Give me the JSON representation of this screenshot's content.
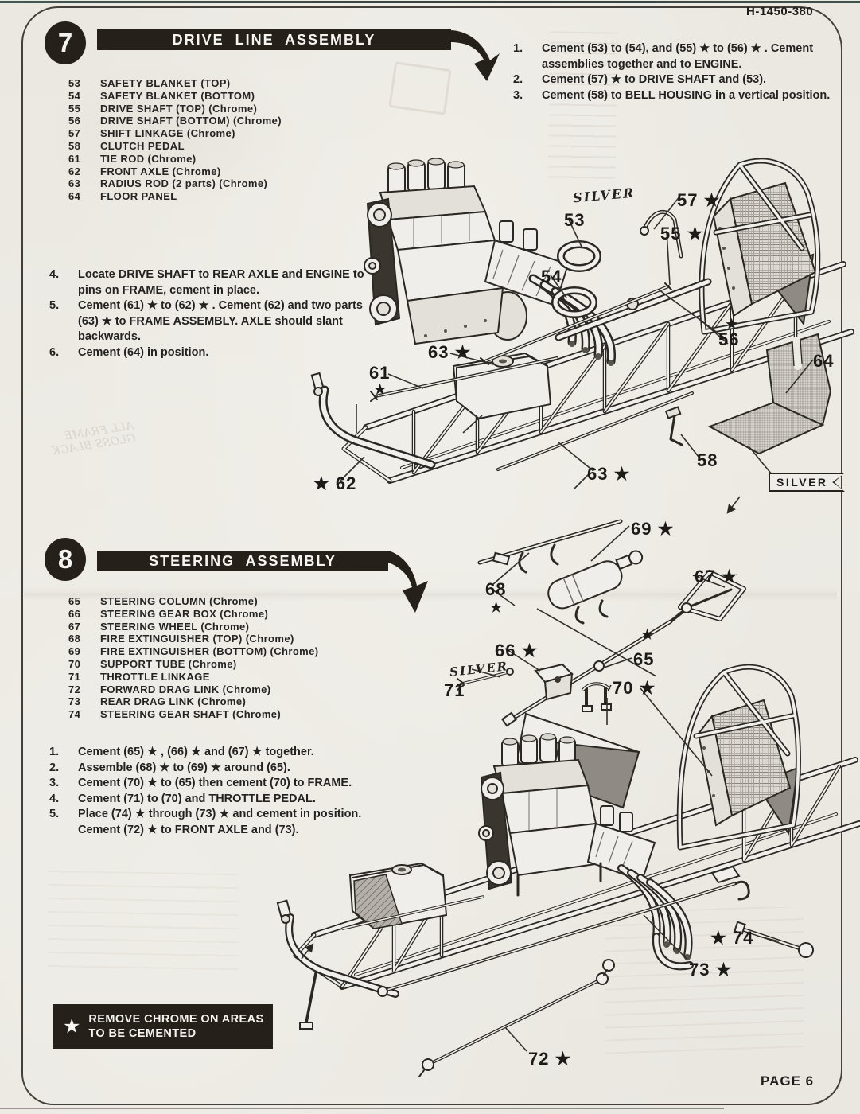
{
  "page": {
    "code": "H-1450-380",
    "page_label": "PAGE 6",
    "pencil_note": "ALL FRAME GLOSS BLACK",
    "colors": {
      "paper": "#edeae4",
      "ink": "#1f1d1b",
      "banner_black": "#26201a"
    }
  },
  "step7": {
    "number": "7",
    "title": "DRIVE LINE ASSEMBLY",
    "parts": [
      {
        "num": "53",
        "name": "SAFETY BLANKET (TOP)"
      },
      {
        "num": "54",
        "name": "SAFETY BLANKET (BOTTOM)"
      },
      {
        "num": "55",
        "name": "DRIVE SHAFT (TOP) (Chrome)"
      },
      {
        "num": "56",
        "name": "DRIVE SHAFT (BOTTOM) (Chrome)"
      },
      {
        "num": "57",
        "name": "SHIFT LINKAGE (Chrome)"
      },
      {
        "num": "58",
        "name": "CLUTCH PEDAL"
      },
      {
        "num": "61",
        "name": "TIE ROD (Chrome)"
      },
      {
        "num": "62",
        "name": "FRONT AXLE (Chrome)"
      },
      {
        "num": "63",
        "name": "RADIUS ROD (2 parts) (Chrome)"
      },
      {
        "num": "64",
        "name": "FLOOR PANEL"
      }
    ],
    "instructions_right": [
      {
        "num": "1.",
        "text": "Cement (53) to (54), and (55) ★  to (56) ★ .  Cement assemblies together and to ENGINE."
      },
      {
        "num": "2.",
        "text": "Cement (57) ★  to DRIVE SHAFT and (53)."
      },
      {
        "num": "3.",
        "text": "Cement (58) to BELL HOUSING in a vertical position."
      }
    ],
    "instructions_left": [
      {
        "num": "4.",
        "text": "Locate DRIVE SHAFT to REAR AXLE and ENGINE to pins on FRAME, cement in place."
      },
      {
        "num": "5.",
        "text": "Cement (61) ★  to (62) ★ .  Cement (62) and two parts (63) ★  to FRAME ASSEMBLY. AXLE should slant backwards."
      },
      {
        "num": "6.",
        "text": "Cement (64) in position."
      }
    ],
    "callouts": {
      "silver_hand": "SILVER",
      "c57": "57 ★",
      "c53": "53",
      "c55": "55 ★",
      "c54": "54",
      "c56_star": "★",
      "c56": "56",
      "c63_top": "63 ★",
      "c61": "61",
      "c61_star": "★",
      "c64": "64",
      "c58": "58",
      "c63_bottom": "63 ★",
      "c62": "★ 62",
      "silver_flag": "SILVER"
    }
  },
  "step8": {
    "number": "8",
    "title": "STEERING ASSEMBLY",
    "parts": [
      {
        "num": "65",
        "name": "STEERING COLUMN (Chrome)"
      },
      {
        "num": "66",
        "name": "STEERING GEAR BOX (Chrome)"
      },
      {
        "num": "67",
        "name": "STEERING WHEEL (Chrome)"
      },
      {
        "num": "68",
        "name": "FIRE EXTINGUISHER (TOP) (Chrome)"
      },
      {
        "num": "69",
        "name": "FIRE EXTINGUISHER (BOTTOM) (Chrome)"
      },
      {
        "num": "70",
        "name": "SUPPORT TUBE (Chrome)"
      },
      {
        "num": "71",
        "name": "THROTTLE LINKAGE"
      },
      {
        "num": "72",
        "name": "FORWARD DRAG LINK (Chrome)"
      },
      {
        "num": "73",
        "name": "REAR DRAG LINK (Chrome)"
      },
      {
        "num": "74",
        "name": "STEERING GEAR SHAFT (Chrome)"
      }
    ],
    "instructions": [
      {
        "num": "1.",
        "text": "Cement (65) ★ , (66) ★  and (67) ★  together."
      },
      {
        "num": "2.",
        "text": "Assemble (68) ★  to (69) ★  around (65)."
      },
      {
        "num": "3.",
        "text": "Cement (70) ★  to (65) then cement (70) to FRAME."
      },
      {
        "num": "4.",
        "text": "Cement (71) to (70) and THROTTLE PEDAL."
      },
      {
        "num": "5.",
        "text": "Place (74) ★  through (73) ★  and cement in position. Cement (72) ★  to FRONT AXLE and (73)."
      }
    ],
    "callouts": {
      "c69": "69 ★",
      "c67": "67 ★",
      "c68": "68",
      "c68_star": "★",
      "c66": "66 ★",
      "c65_star": "★",
      "c65": "65",
      "silver_hand": "SILVER",
      "c71": "71",
      "c70": "70 ★",
      "c74": "★ 74",
      "c73": "73 ★",
      "c72": "72 ★"
    }
  },
  "footer": {
    "star": "★",
    "note_line1": "REMOVE CHROME ON AREAS",
    "note_line2": "TO BE CEMENTED"
  }
}
